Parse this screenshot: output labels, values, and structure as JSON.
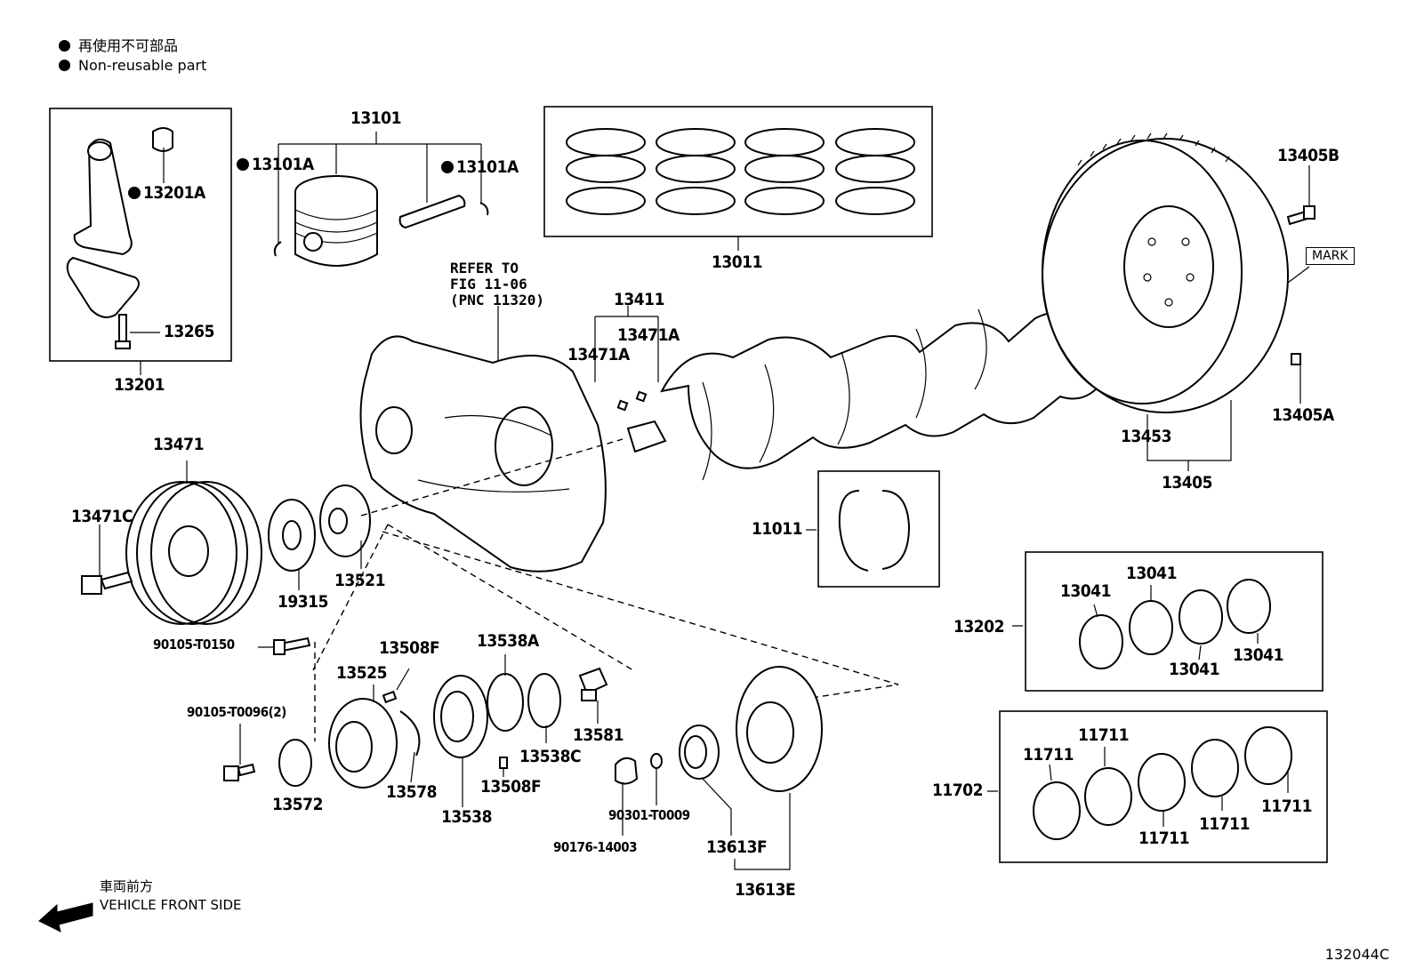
{
  "legend": {
    "line_jp": "再使用不可部品",
    "line_en": "Non-reusable part"
  },
  "front_side": {
    "jp": "車両前方",
    "en": "VEHICLE FRONT SIDE"
  },
  "refer_note": {
    "line1": "REFER TO",
    "line2": "FIG 11-06",
    "line3": "(PNC 11320)"
  },
  "mark_label": "MARK",
  "figure_number": "132044C",
  "part_labels": {
    "p13101": "13101",
    "p13101A_left": "13101A",
    "p13101A_right": "13101A",
    "p13201A": "13201A",
    "p13265": "13265",
    "p13201": "13201",
    "p13011": "13011",
    "p13405B": "13405B",
    "p13411": "13411",
    "p13471A_1": "13471A",
    "p13471A_2": "13471A",
    "p13453": "13453",
    "p13405A": "13405A",
    "p13405": "13405",
    "p13471": "13471",
    "p13471C": "13471C",
    "p19315": "19315",
    "p13521": "13521",
    "p11011": "11011",
    "p13202": "13202",
    "p13041_a": "13041",
    "p13041_b": "13041",
    "p13041_c": "13041",
    "p13041_d": "13041",
    "p90105_T0150": "90105-T0150",
    "p13508F_1": "13508F",
    "p13538A": "13538A",
    "p13525": "13525",
    "p90105_T0096": "90105-T0096(2)",
    "p13581": "13581",
    "p13538C": "13538C",
    "p13572": "13572",
    "p13578": "13578",
    "p13538": "13538",
    "p13508F_2": "13508F",
    "p90301_T0009": "90301-T0009",
    "p90176_14003": "90176-14003",
    "p13613F": "13613F",
    "p13613E": "13613E",
    "p11702": "11702",
    "p11711_a": "11711",
    "p11711_b": "11711",
    "p11711_c": "11711",
    "p11711_d": "11711",
    "p11711_e": "11711"
  },
  "non_reusable_parts": [
    "13101A",
    "13201A"
  ]
}
